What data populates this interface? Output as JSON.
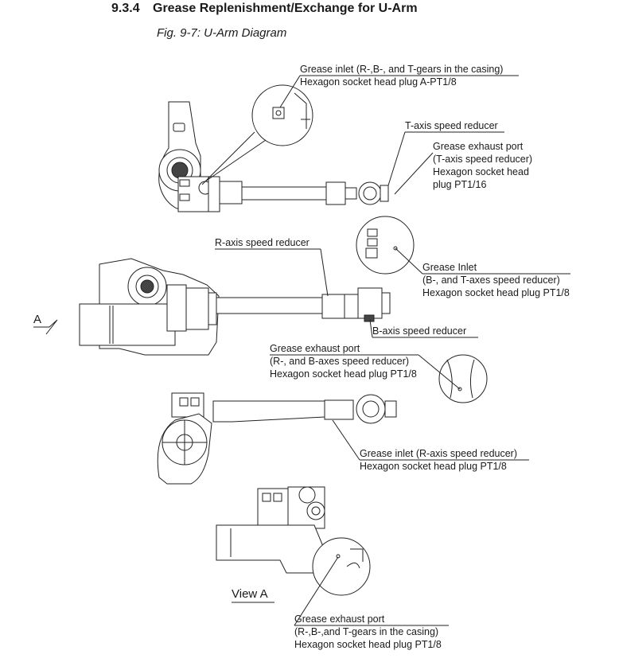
{
  "section": {
    "number": "9.3.4",
    "title": "Grease Replenishment/Exchange for U-Arm"
  },
  "figure": {
    "caption": "Fig. 9-7: U-Arm Diagram"
  },
  "labels": {
    "inlet_casing": {
      "line1": "Grease inlet (R-,B-, and T-gears in the casing)",
      "line2": "Hexagon socket head plug A-PT1/8"
    },
    "t_reducer": "T-axis speed reducer",
    "exhaust_t": {
      "line1": "Grease exhaust port",
      "line2": "(T-axis speed reducer)",
      "line3": "Hexagon socket head",
      "line4": "plug PT1/16"
    },
    "r_reducer": "R-axis speed reducer",
    "inlet_bt": {
      "line1": "Grease Inlet",
      "line2": "(B-, and T-axes speed reducer)",
      "line3": "Hexagon socket head plug PT1/8"
    },
    "view_marker": "A",
    "b_reducer": "B-axis speed reducer",
    "exhaust_rb": {
      "line1": "Grease exhaust port",
      "line2": "(R-, and B-axes speed reducer)",
      "line3": "Hexagon socket head plug PT1/8"
    },
    "inlet_r": {
      "line1": "Grease inlet (R-axis speed reducer)",
      "line2": "Hexagon socket head plug PT1/8"
    },
    "view_title": "View A",
    "exhaust_casing": {
      "line1": "Grease exhaust port",
      "line2": "(R-,B-,and T-gears in the casing)",
      "line3": "Hexagon socket head plug PT1/8"
    }
  }
}
